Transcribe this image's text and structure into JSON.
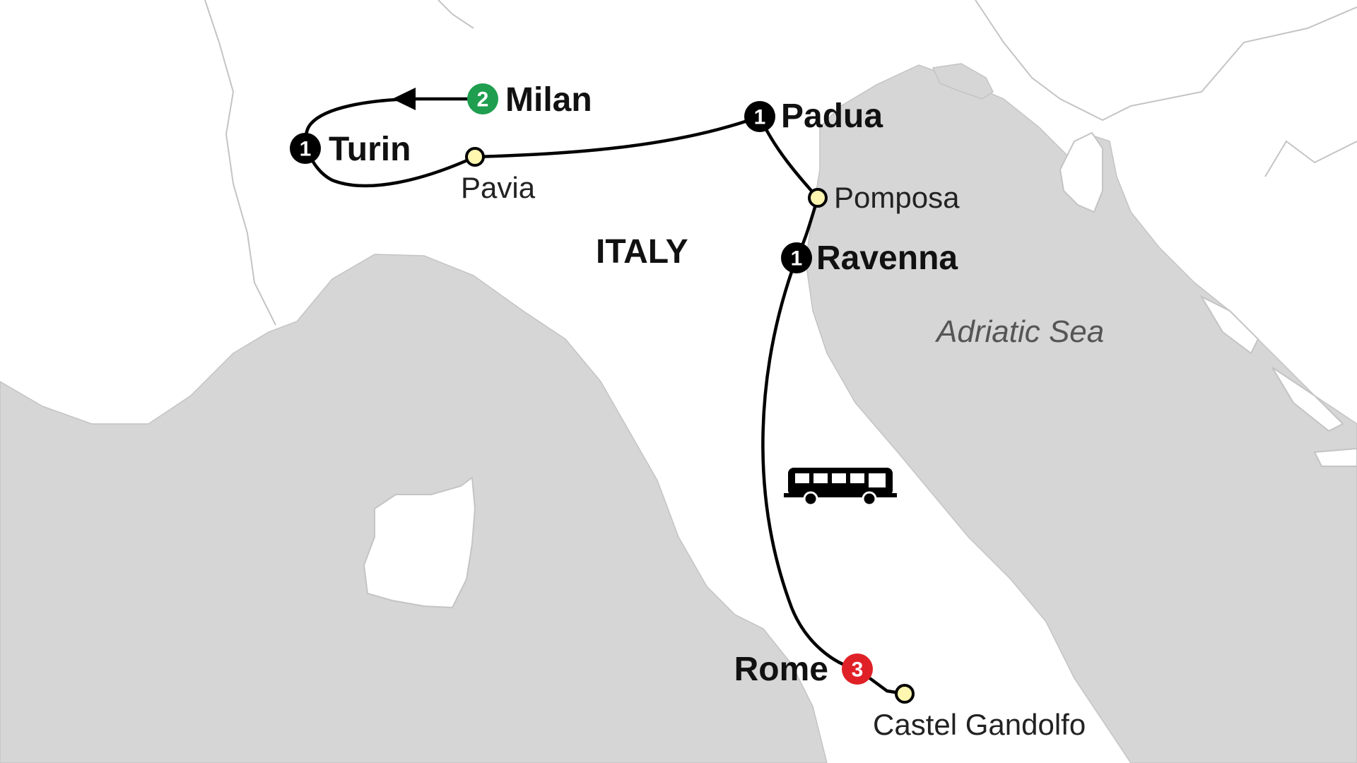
{
  "country_label": "ITALY",
  "sea_label": "Adriatic Sea",
  "colors": {
    "start_badge": "#1f9e4f",
    "end_badge": "#e02027",
    "night_badge": "#000000",
    "sea": "#d6d6d6",
    "land": "#ffffff",
    "via_dot": "#fff6b0"
  },
  "transport_icon": "bus-icon",
  "stops": [
    {
      "name": "Milan",
      "nights": "2",
      "role": "start"
    },
    {
      "name": "Turin",
      "nights": "1",
      "role": "overnight"
    },
    {
      "name": "Padua",
      "nights": "1",
      "role": "overnight"
    },
    {
      "name": "Ravenna",
      "nights": "1",
      "role": "overnight"
    },
    {
      "name": "Rome",
      "nights": "3",
      "role": "end"
    }
  ],
  "via_points": [
    {
      "name": "Pavia"
    },
    {
      "name": "Pomposa"
    },
    {
      "name": "Castel Gandolfo"
    }
  ]
}
